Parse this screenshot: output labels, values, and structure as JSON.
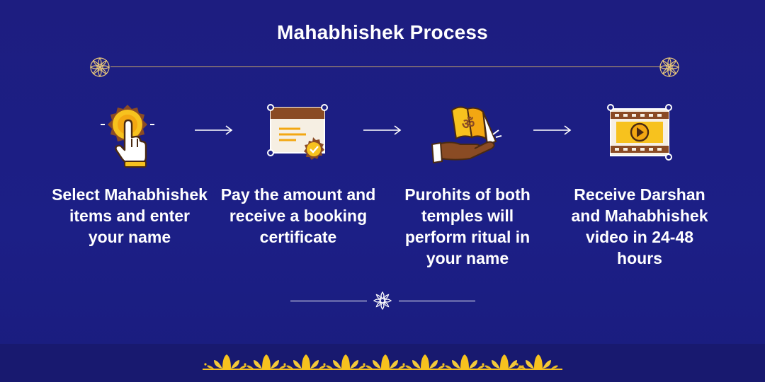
{
  "title": "Mahabhishek Process",
  "colors": {
    "background": "#1c1f86",
    "gold": "#f7c21e",
    "brown": "#8a4b24",
    "accent_line": "#c9a86a",
    "text": "#ffffff"
  },
  "steps": [
    {
      "icon": "tap-finger-icon",
      "text": "Select Mahabhishek items and enter your name"
    },
    {
      "icon": "certificate-icon",
      "text": "Pay the amount and receive a booking certificate"
    },
    {
      "icon": "om-scripture-icon",
      "text": "Purohits of both temples will perform ritual in your name"
    },
    {
      "icon": "video-play-icon",
      "text": "Receive Darshan and Mahabhishek video in 24-48 hours"
    }
  ]
}
